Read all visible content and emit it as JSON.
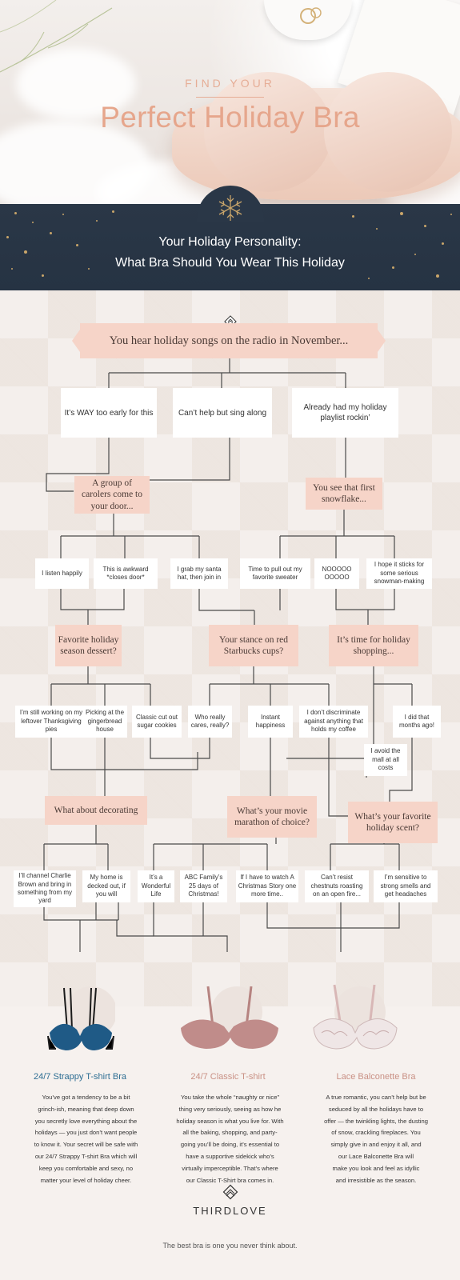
{
  "hero": {
    "kicker": "FIND YOUR",
    "title": "Perfect Holiday Bra"
  },
  "banner": {
    "line1": "Your Holiday Personality:",
    "line2": "What Bra Should You Wear This Holiday"
  },
  "colors": {
    "peach_box": "#f6d4c8",
    "navy": "#2a3747",
    "gold": "#c9a56a",
    "line": "#4a4a4a",
    "blue_title": "#2e6e93",
    "rose_title": "#c99185"
  },
  "flow": {
    "q1": "You hear holiday songs on the radio in November...",
    "a1": [
      "It’s WAY too early for this",
      "Can’t help but sing along",
      "Already had my holiday playlist rockin’"
    ],
    "q2a": "A group of carolers come to your door...",
    "q2b": "You see that first snowflake...",
    "a2a": [
      "I listen happily",
      "This is awkward *closes door*",
      "I grab my santa hat, then join in"
    ],
    "a2b": [
      "Time to pull out my favorite sweater",
      "NOOOOO OOOOO",
      "I hope it sticks for some serious snowman-making"
    ],
    "q3a": "Favorite holiday season dessert?",
    "q3b": "Your stance on red Starbucks cups?",
    "q3c": "It’s time for holiday shopping...",
    "a3a": [
      "I’m still working on my leftover Thanksgiving pies",
      "Picking at the gingerbread house",
      "Classic cut out sugar cookies"
    ],
    "a3b": [
      "Who really cares, really?",
      "Instant happiness",
      "I don’t discriminate against anything that holds my coffee"
    ],
    "a3c": [
      "I avoid the mall at all costs",
      "I did that months ago!"
    ],
    "q4a": "What about decorating",
    "q4b": "What’s your movie marathon of choice?",
    "q4c": "What’s your favorite holiday scent?",
    "a4a": [
      "I’ll channel Charlie Brown and bring in something from my yard",
      "My home is decked out, if you will"
    ],
    "a4b": [
      "It’s a Wonderful Life",
      "ABC Family’s 25 days of Christmas!",
      "If I have to watch A Christmas Story one more time.."
    ],
    "a4c": [
      "Can’t resist chestnuts roasting on an open fire...",
      "I’m sensitive to strong smells and get headaches"
    ]
  },
  "bras": [
    {
      "name": "24/7 Strappy T-shirt Bra",
      "icon": "strappy-bra-icon",
      "desc": [
        "You’ve got a tendency to be a bit",
        "grinch-ish, meaning that deep down",
        "you secretly love everything about the",
        "holidays — you just don’t want people",
        "to know it. Your secret will be safe with",
        "our 24/7 Strappy T-shirt Bra which will",
        "keep you comfortable and sexy, no",
        "matter your level of holiday cheer."
      ]
    },
    {
      "name": "24/7 Classic T-shirt",
      "icon": "classic-bra-icon",
      "desc": [
        "You take the whole “naughty or nice”",
        "thing very seriously, seeing as how he",
        "holiday season is what you live for. With",
        "all the baking, shopping, and party-",
        "going you’ll be doing, it’s essential to",
        "have a supportive sidekick who’s",
        "virtually imperceptible. That’s where",
        "our Classic T-Shirt bra comes in."
      ]
    },
    {
      "name": "Lace Balconette Bra",
      "icon": "lace-bra-icon",
      "desc": [
        "A true romantic, you can’t help but be",
        "seduced by all the holidays have to",
        "offer — the twinkling lights, the dusting",
        "of snow, crackling fireplaces. You",
        "simply give in and enjoy it all, and",
        "our Lace Balconette Bra will",
        "make you look and feel as idyllic",
        "and irresistible as the season."
      ]
    }
  ],
  "footer": {
    "brand": "THIRDLOVE",
    "tagline": "The best bra is one you never think about."
  }
}
